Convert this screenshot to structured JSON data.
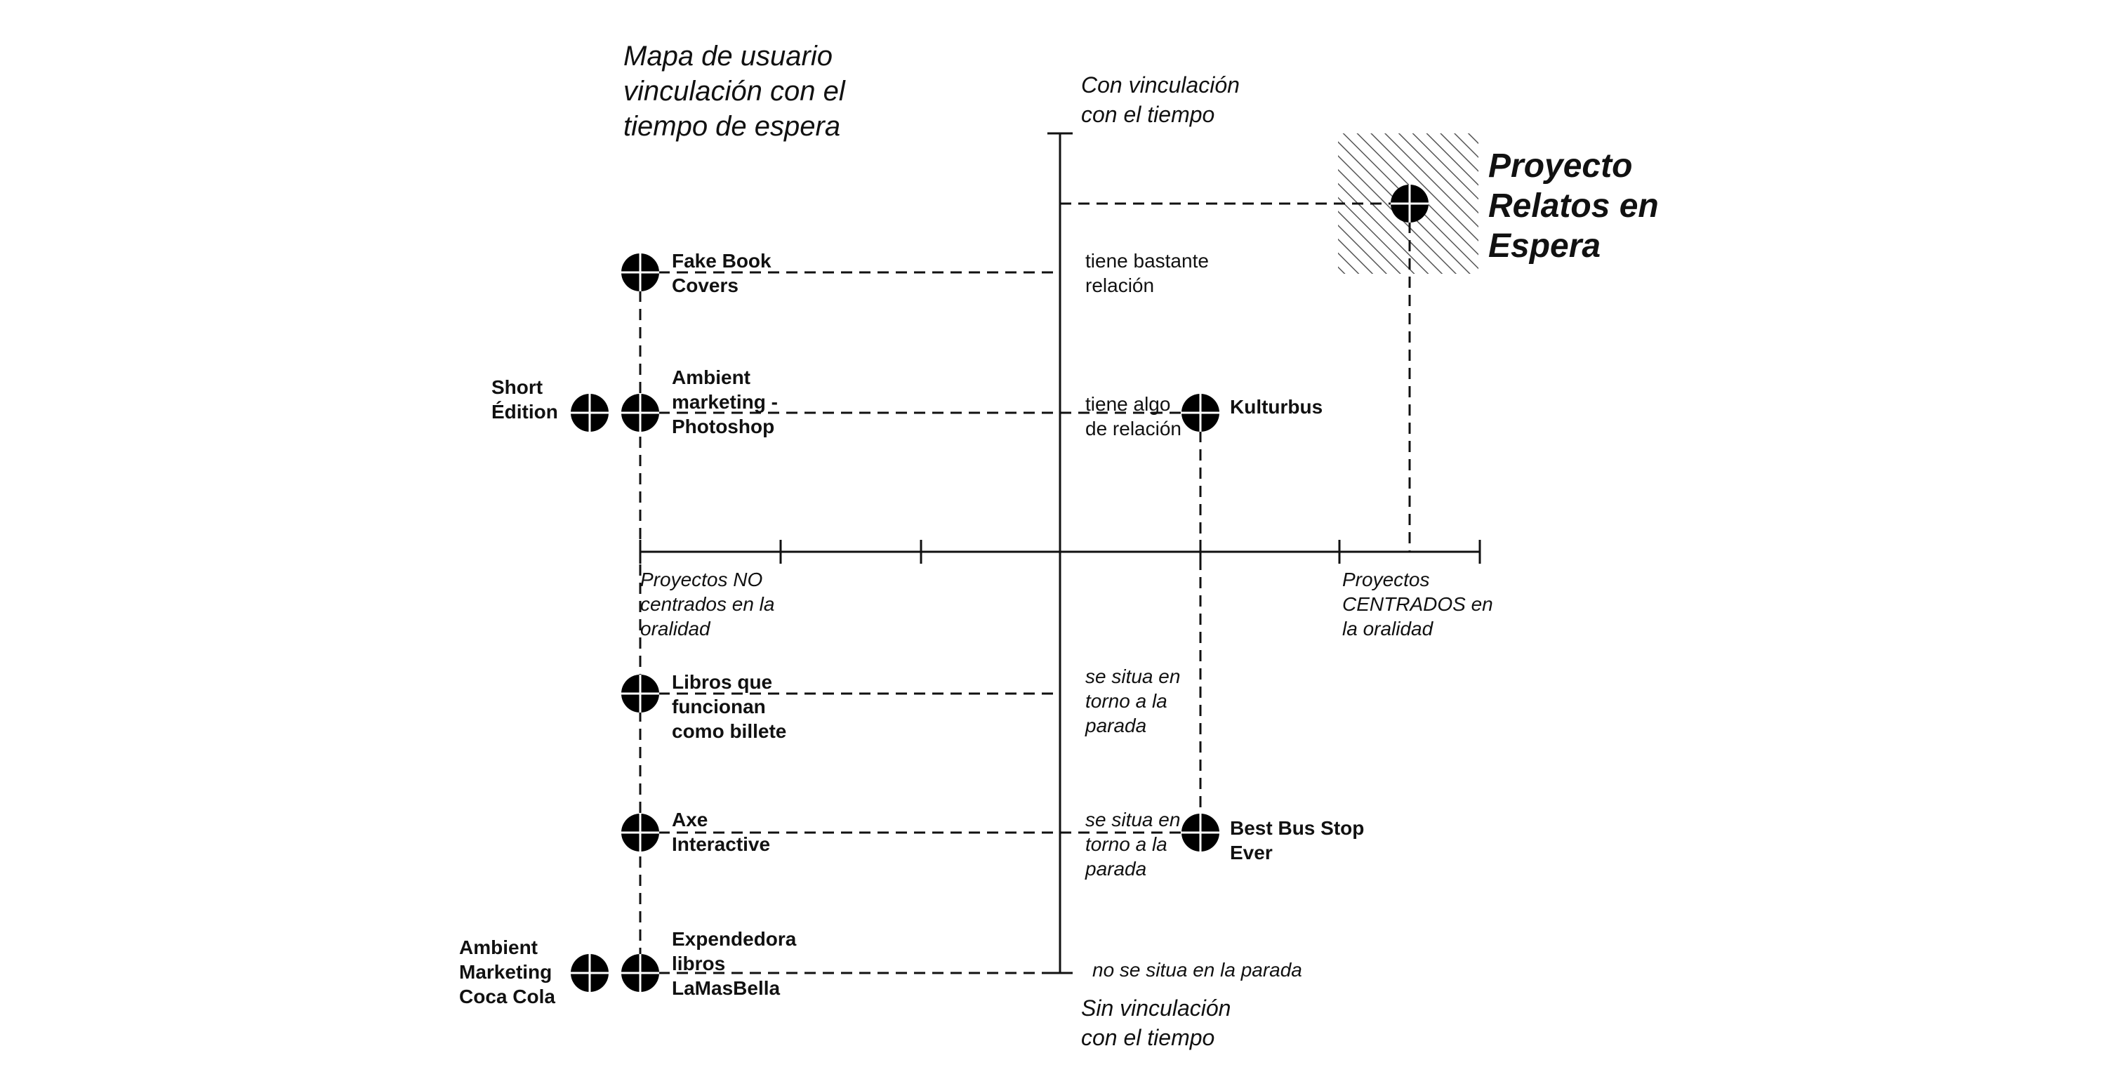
{
  "title": "Mapa de usuario\nvinculación con el\ntiempo de espera",
  "axis": {
    "top": "Con vinculación\ncon el tiempo",
    "bottom": "Sin vinculación\ncon el tiempo",
    "left": "Proyectos NO\ncentrados en la\noralidad",
    "right": "Proyectos\nCENTRADOS en\nla oralidad"
  },
  "levels": [
    {
      "label": "tiene bastante\nrelación"
    },
    {
      "label": "tiene algo\nde relación"
    },
    {
      "label": "se situa en\ntorno a la\nparada"
    },
    {
      "label": "se situa en\ntorno a la\nparada"
    },
    {
      "label": "no se situa en la parada"
    }
  ],
  "projects": [
    {
      "label": "Fake Book\nCovers"
    },
    {
      "label": "Ambient\nmarketing -\nPhotoshop"
    },
    {
      "label": "Short\nÉdition"
    },
    {
      "label": "Kulturbus"
    },
    {
      "label": "Libros que\nfuncionan\ncomo billete"
    },
    {
      "label": "Axe\nInteractive"
    },
    {
      "label": "Best Bus Stop\nEver"
    },
    {
      "label": "Expendedora\nlibros\nLaMasBella"
    },
    {
      "label": "Ambient\nMarketing\nCoca Cola"
    }
  ],
  "highlight": {
    "label": "Proyecto\nRelatos en\nEspera"
  },
  "colors": {
    "ink": "#111111",
    "marker": "#000000",
    "hatch": "#555555",
    "background": "#ffffff"
  },
  "icons": {
    "marker": "crosshair-marker-icon"
  }
}
